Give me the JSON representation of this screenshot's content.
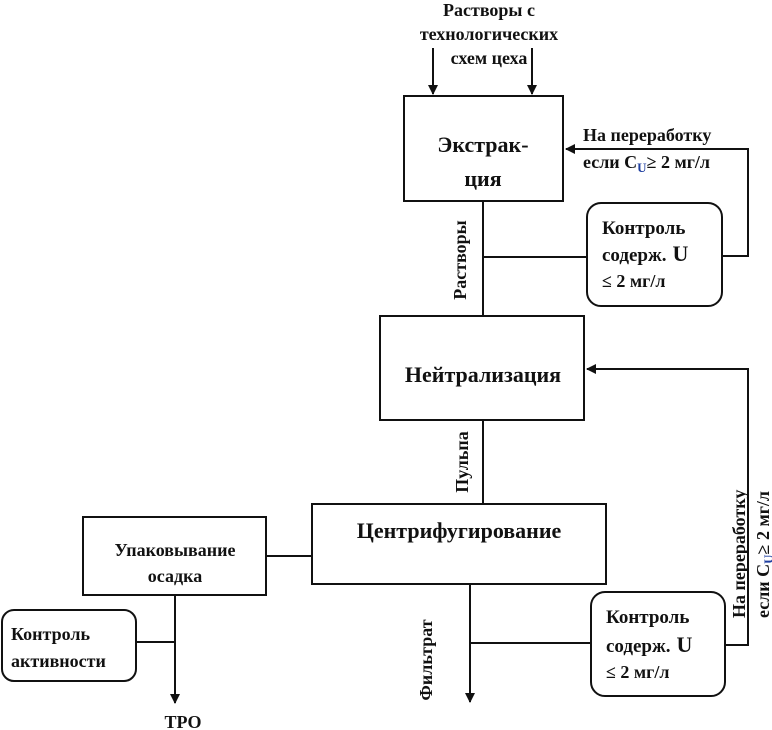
{
  "diagram": {
    "input_label": [
      "Растворы с",
      "технологических",
      "схем цеха"
    ],
    "nodes": {
      "extraction": {
        "lines": [
          "Экстрак-",
          "ция"
        ]
      },
      "neutralization": {
        "label": "Нейтрализация"
      },
      "centrifugation": {
        "label": "Центрифугирование"
      },
      "packaging": {
        "lines": [
          "Упаковывание",
          "осадка"
        ]
      },
      "control_u_top": {
        "line1": "Контроль",
        "line2": "содерж.",
        "element": "U",
        "line3": "≤ 2 мг/л"
      },
      "control_u_bottom": {
        "line1": "Контроль",
        "line2": "содерж.",
        "element": "U",
        "line3": "≤ 2 мг/л"
      },
      "control_activity": {
        "lines": [
          "Контроль",
          "активности"
        ]
      }
    },
    "edge_labels": {
      "solutions": "Растворы",
      "pulp": "Пульпа",
      "filtrate": "Фильтрат",
      "tro": "ТРО",
      "recycle_top": {
        "line1": "На переработку",
        "line2_prefix": "если C",
        "line2_sub": "U",
        "line2_suffix": "≥ 2 мг/л"
      },
      "recycle_bottom": {
        "line1": "На переработку",
        "line2_prefix": "если C",
        "line2_sub": "U",
        "line2_suffix": "≥ 2 мг/л"
      }
    },
    "accent_sub_color": "#1f3fa0"
  }
}
